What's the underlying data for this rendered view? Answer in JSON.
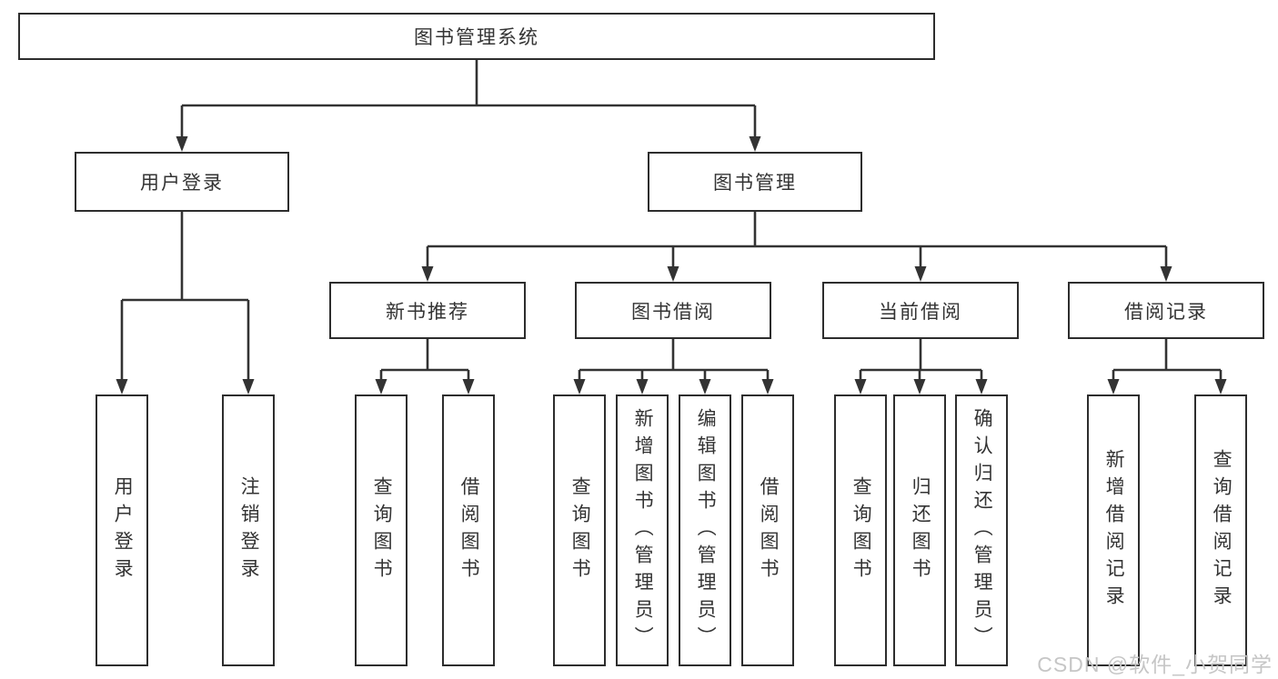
{
  "tree": {
    "label": "图书管理系统",
    "children": [
      {
        "label": "用户登录",
        "children": [
          {
            "label": "用户登录"
          },
          {
            "label": "注销登录"
          }
        ]
      },
      {
        "label": "图书管理",
        "children": [
          {
            "label": "新书推荐",
            "children": [
              {
                "label": "查询图书"
              },
              {
                "label": "借阅图书"
              }
            ]
          },
          {
            "label": "图书借阅",
            "children": [
              {
                "label": "查询图书"
              },
              {
                "label": "新增图书（管理员）"
              },
              {
                "label": "编辑图书（管理员）"
              },
              {
                "label": "借阅图书"
              }
            ]
          },
          {
            "label": "当前借阅",
            "children": [
              {
                "label": "查询图书"
              },
              {
                "label": "归还图书"
              },
              {
                "label": "确认归还（管理员）"
              }
            ]
          },
          {
            "label": "借阅记录",
            "children": [
              {
                "label": "新增借阅记录"
              },
              {
                "label": "查询借阅记录"
              }
            ]
          }
        ]
      }
    ]
  },
  "watermark": {
    "text": "CSDN @软件_小贺同学"
  },
  "colors": {
    "line": "#333333",
    "box_border": "#2d2d2d",
    "text": "#333333",
    "watermark": "#c6c6c6",
    "background": "#ffffff"
  }
}
